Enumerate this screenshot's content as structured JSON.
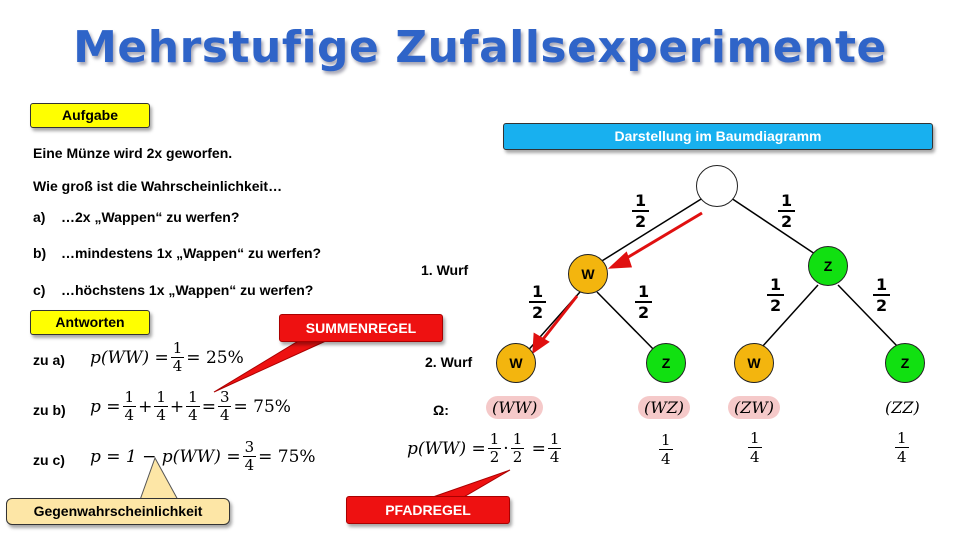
{
  "title": "Mehrstufige Zufallsexperimente",
  "task": {
    "badge": "Aufgabe",
    "line1": "Eine Münze wird 2x geworfen.",
    "line2": "Wie groß ist die Wahrscheinlichkeit…",
    "items": [
      {
        "letter": "a)",
        "text": "…2x „Wappen“ zu werfen?"
      },
      {
        "letter": "b)",
        "text": "…mindestens 1x „Wappen“ zu werfen?"
      },
      {
        "letter": "c)",
        "text": "…höchstens 1x „Wappen“ zu werfen?"
      }
    ]
  },
  "answers": {
    "badge": "Antworten",
    "a": {
      "label": "zu a)",
      "lhs": "p(WW)",
      "eq": "=",
      "num": "1",
      "den": "4",
      "result": "= 25%"
    },
    "b": {
      "label": "zu b)",
      "p": "p",
      "eq": "=",
      "num": "1",
      "den": "4",
      "plus": "+",
      "eq2": "=",
      "rnum": "3",
      "rden": "4",
      "result": "= 75%"
    },
    "c": {
      "label": "zu c)",
      "lhs": "p = 1 − p(WW)",
      "eq": "=",
      "num": "3",
      "den": "4",
      "result": "= 75%"
    }
  },
  "callouts": {
    "summenregel": "SUMMENREGEL",
    "gegenwahrscheinlichkeit": "Gegenwahrscheinlichkeit",
    "pfadregel": "PFADREGEL"
  },
  "tree": {
    "header": "Darstellung im Baumdiagramm",
    "level1_label": "1. Wurf",
    "level2_label": "2. Wurf",
    "omega_label": "Ω:",
    "branch_prob": {
      "num": "1",
      "den": "2"
    },
    "nodes": {
      "w": "W",
      "z": "Z"
    },
    "outcomes": [
      "(WW)",
      "(WZ)",
      "(ZW)",
      "(ZZ)"
    ],
    "highlighted_outcomes": [
      "(WW)",
      "(WZ)",
      "(ZW)"
    ],
    "path_formula": {
      "lhs": "p(WW)",
      "eq": "=",
      "dot": "·",
      "num": "1",
      "den": "2",
      "eq2": "=",
      "rnum": "1",
      "rden": "4"
    },
    "leaf_prob": {
      "num": "1",
      "den": "4"
    }
  },
  "colors": {
    "title": "#2f64c8",
    "badge_yellow": "#ffff00",
    "header_blue": "#18b0ef",
    "callout_red": "#ee1111",
    "node_w": "#f3b50e",
    "node_z": "#11e011",
    "highlight": "#f5c9c9"
  }
}
